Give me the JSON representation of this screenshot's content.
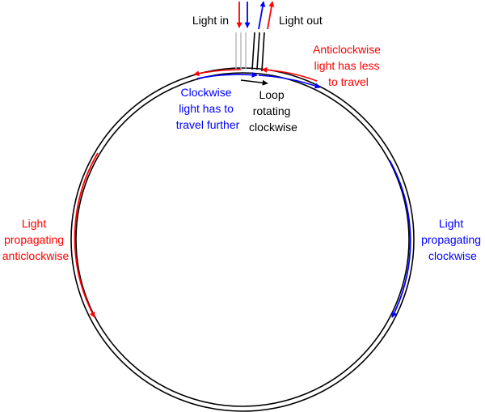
{
  "labels": {
    "light_in": "Light in",
    "light_out": "Light out",
    "anticlockwise_less": [
      "Anticlockwise",
      "light has less",
      "to travel"
    ],
    "clockwise_further": [
      "Clockwise",
      "light has to",
      "travel further"
    ],
    "loop_rotating": [
      "Loop",
      "rotating",
      "clockwise"
    ],
    "light_anticlockwise": [
      "Light",
      "propagating",
      "anticlockwise"
    ],
    "light_clockwise": [
      "Light",
      "propagating",
      "clockwise"
    ]
  },
  "colors": {
    "clockwise": "#0000ff",
    "anticlockwise": "#ff0000",
    "fiber": "#000000",
    "guide": "#bbbbbb"
  }
}
